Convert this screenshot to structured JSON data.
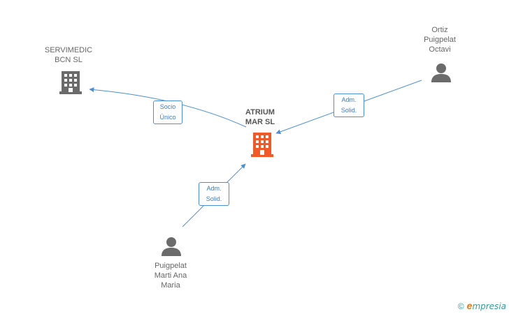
{
  "nodes": {
    "center": {
      "type": "company",
      "lines": [
        "ATRIUM",
        "MAR SL"
      ],
      "color": "#f05a28"
    },
    "servimedic": {
      "type": "company",
      "lines": [
        "SERVIMEDIC",
        "BCN SL"
      ],
      "color": "#6b6b6b"
    },
    "ortiz": {
      "type": "person",
      "lines": [
        "Ortiz",
        "Puigpelat",
        "Octavi"
      ],
      "color": "#6b6b6b"
    },
    "puigpelat": {
      "type": "person",
      "lines": [
        "Puigpelat",
        "Marti Ana",
        "Maria"
      ],
      "color": "#6b6b6b"
    }
  },
  "edges": {
    "servimedic": {
      "label_lines": [
        "Socio",
        "Único"
      ]
    },
    "ortiz": {
      "label_lines": [
        "Adm.",
        "Solid."
      ]
    },
    "puigpelat": {
      "label_lines": [
        "Adm.",
        "Solid."
      ]
    }
  },
  "colors": {
    "edge": "#4a90d9",
    "company_center": "#f05a28",
    "neutral_icon": "#6b6b6b"
  },
  "footer": {
    "copyright": "©",
    "brand_initial": "e",
    "brand_rest": "mpresia"
  }
}
